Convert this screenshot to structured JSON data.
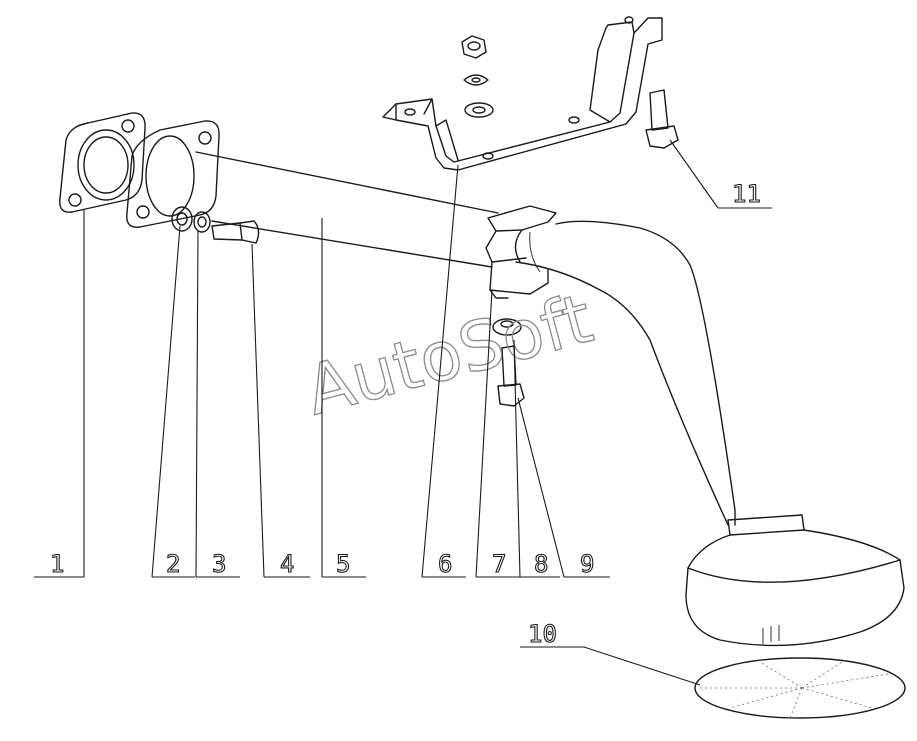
{
  "parts": [
    {
      "id": "part-1",
      "label": "1"
    },
    {
      "id": "part-2",
      "label": "2"
    },
    {
      "id": "part-3",
      "label": "3"
    },
    {
      "id": "part-4",
      "label": "4"
    },
    {
      "id": "part-5",
      "label": "5"
    },
    {
      "id": "part-6",
      "label": "6"
    },
    {
      "id": "part-7",
      "label": "7"
    },
    {
      "id": "part-8",
      "label": "8"
    },
    {
      "id": "part-9",
      "label": "9"
    },
    {
      "id": "part-10",
      "label": "10"
    },
    {
      "id": "part-11",
      "label": "11"
    }
  ],
  "watermark": "AutoSoft"
}
